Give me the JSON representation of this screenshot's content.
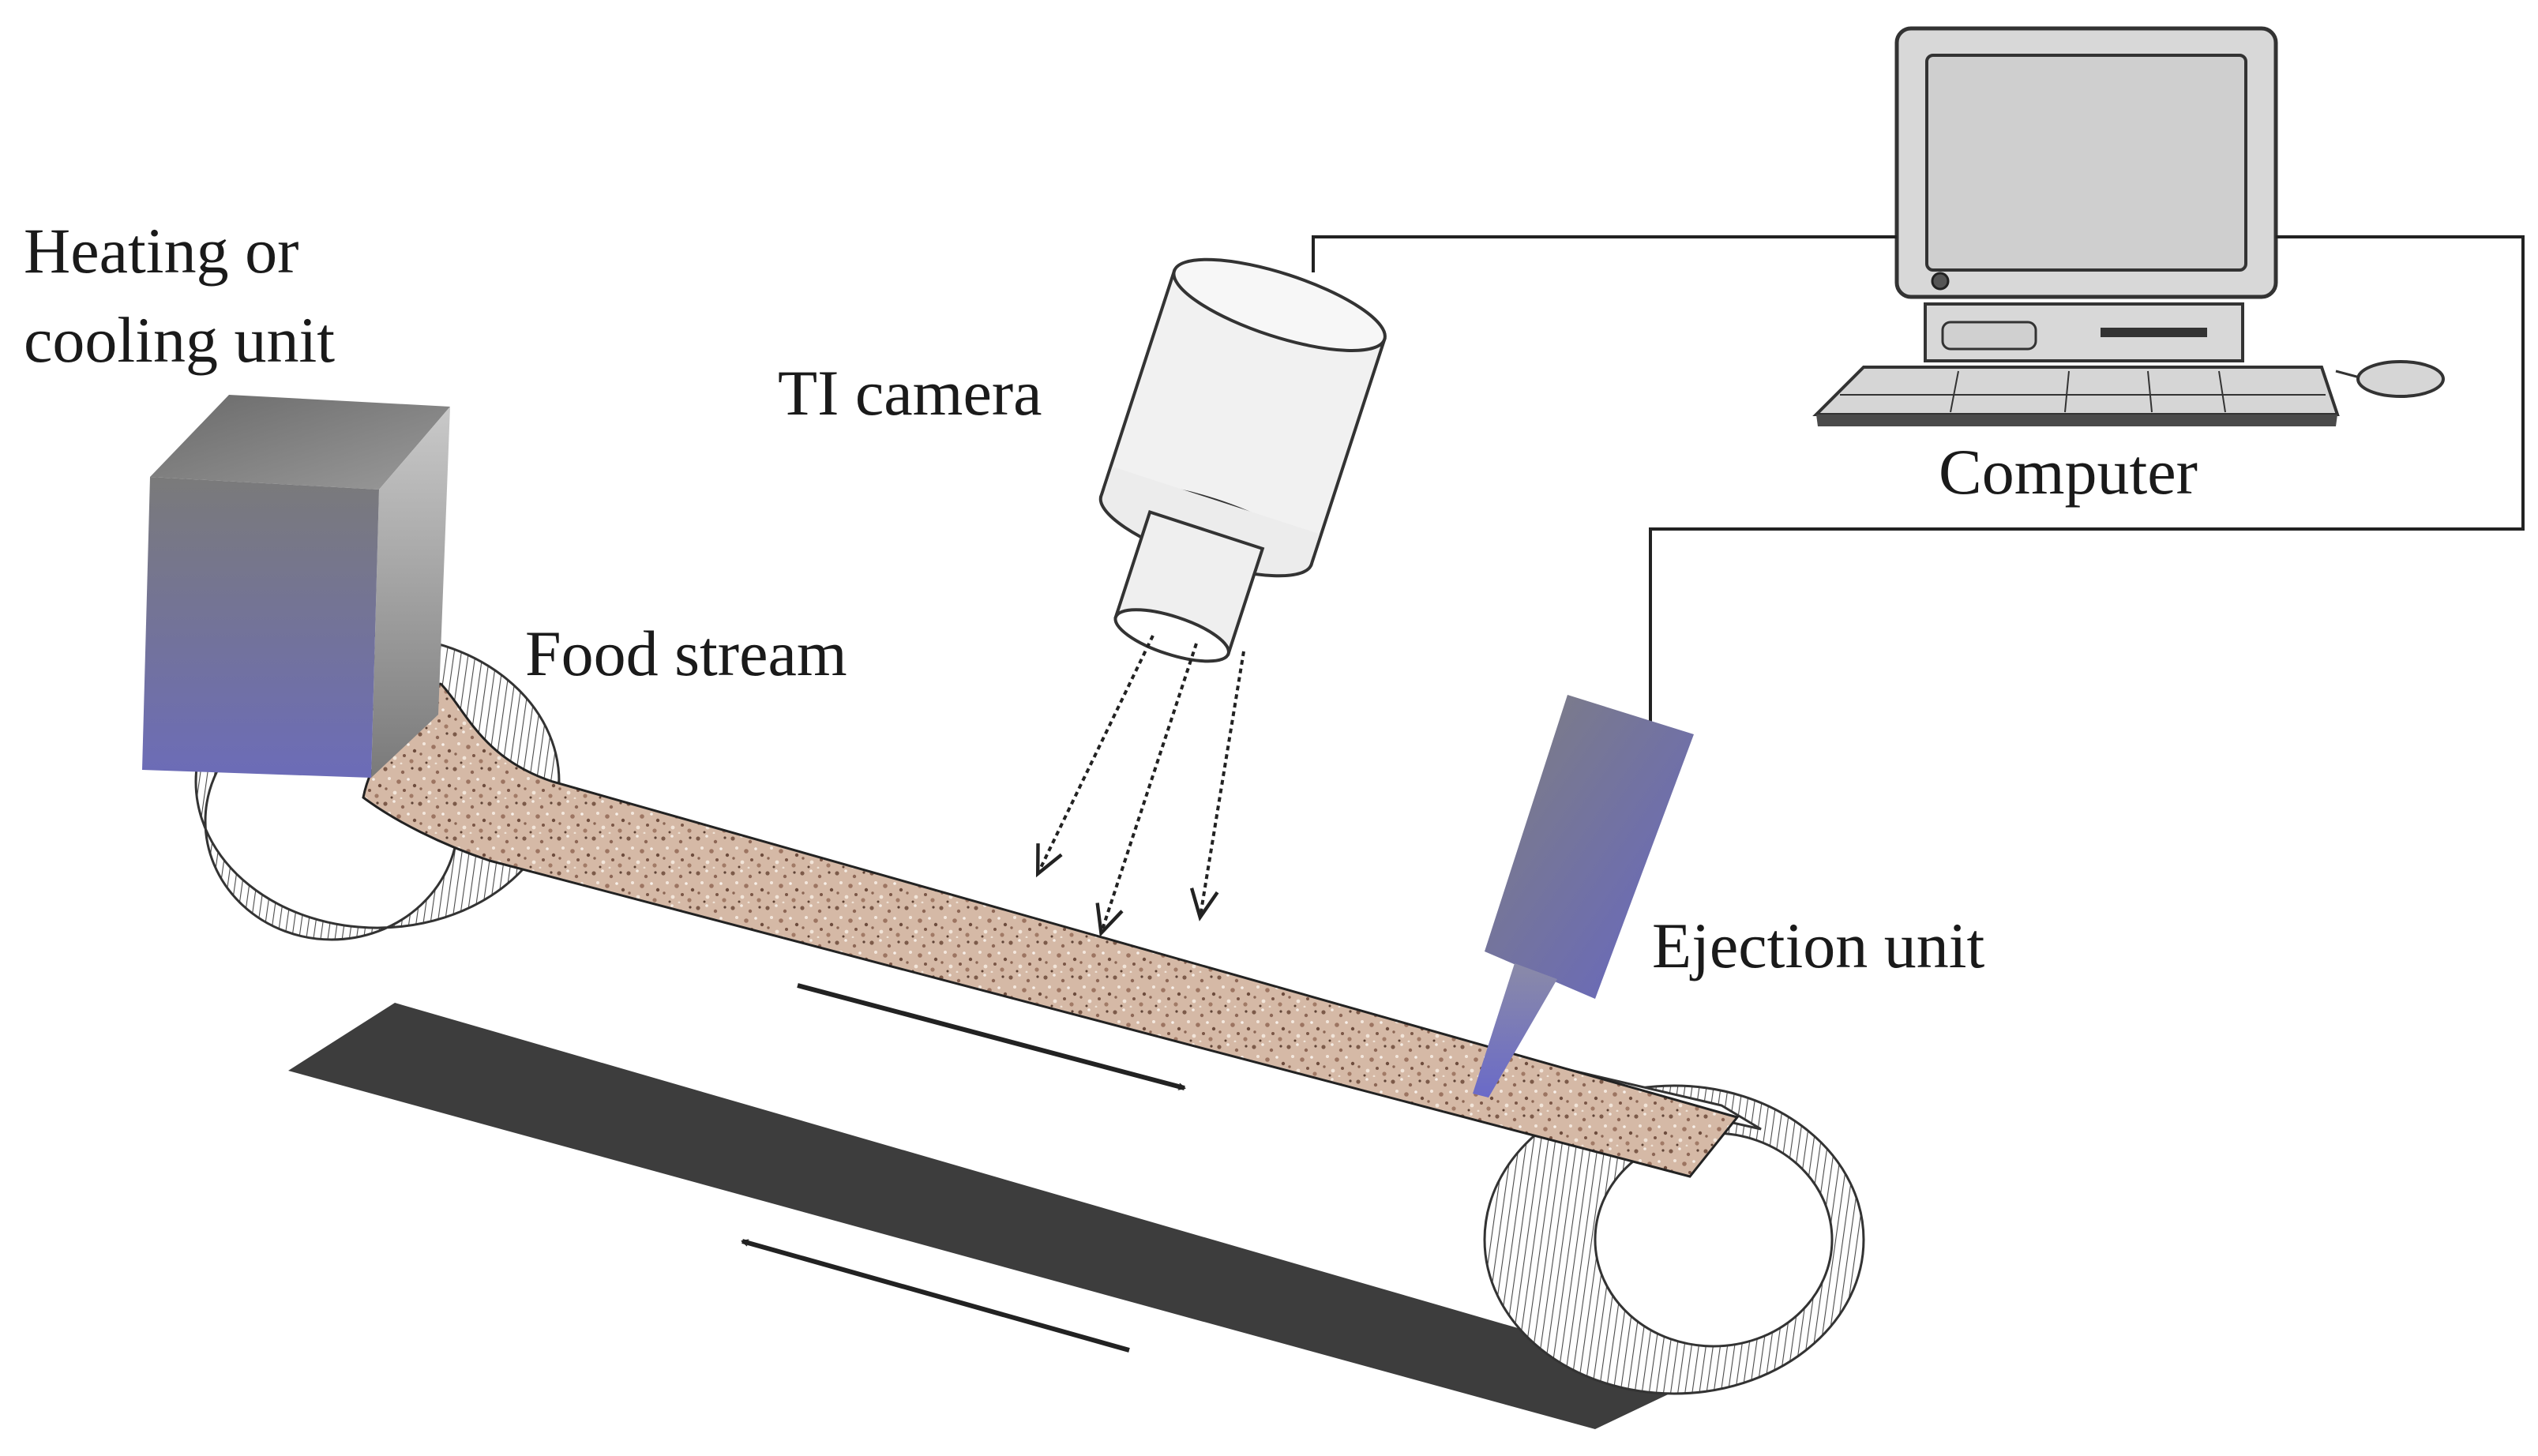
{
  "labels": {
    "heating_line1": "Heating or",
    "heating_line2": "cooling unit",
    "ti_camera": "TI camera",
    "computer": "Computer",
    "food_stream": "Food stream",
    "ejection_unit": "Ejection unit"
  },
  "colors": {
    "box_top": "#777777",
    "box_bottom": "#6f6fb8",
    "camera_body": "#efefef",
    "monitor_screen": "#d8d8d8",
    "belt_dark": "#3d3d3d",
    "food_base": "#d3b8a6",
    "wire": "#222222"
  },
  "icons": {
    "heating_unit": "cube-icon",
    "camera": "thermal-camera-icon",
    "computer": "desktop-computer-icon",
    "ejector": "ejection-nozzle-icon",
    "belt": "conveyor-belt-icon"
  }
}
